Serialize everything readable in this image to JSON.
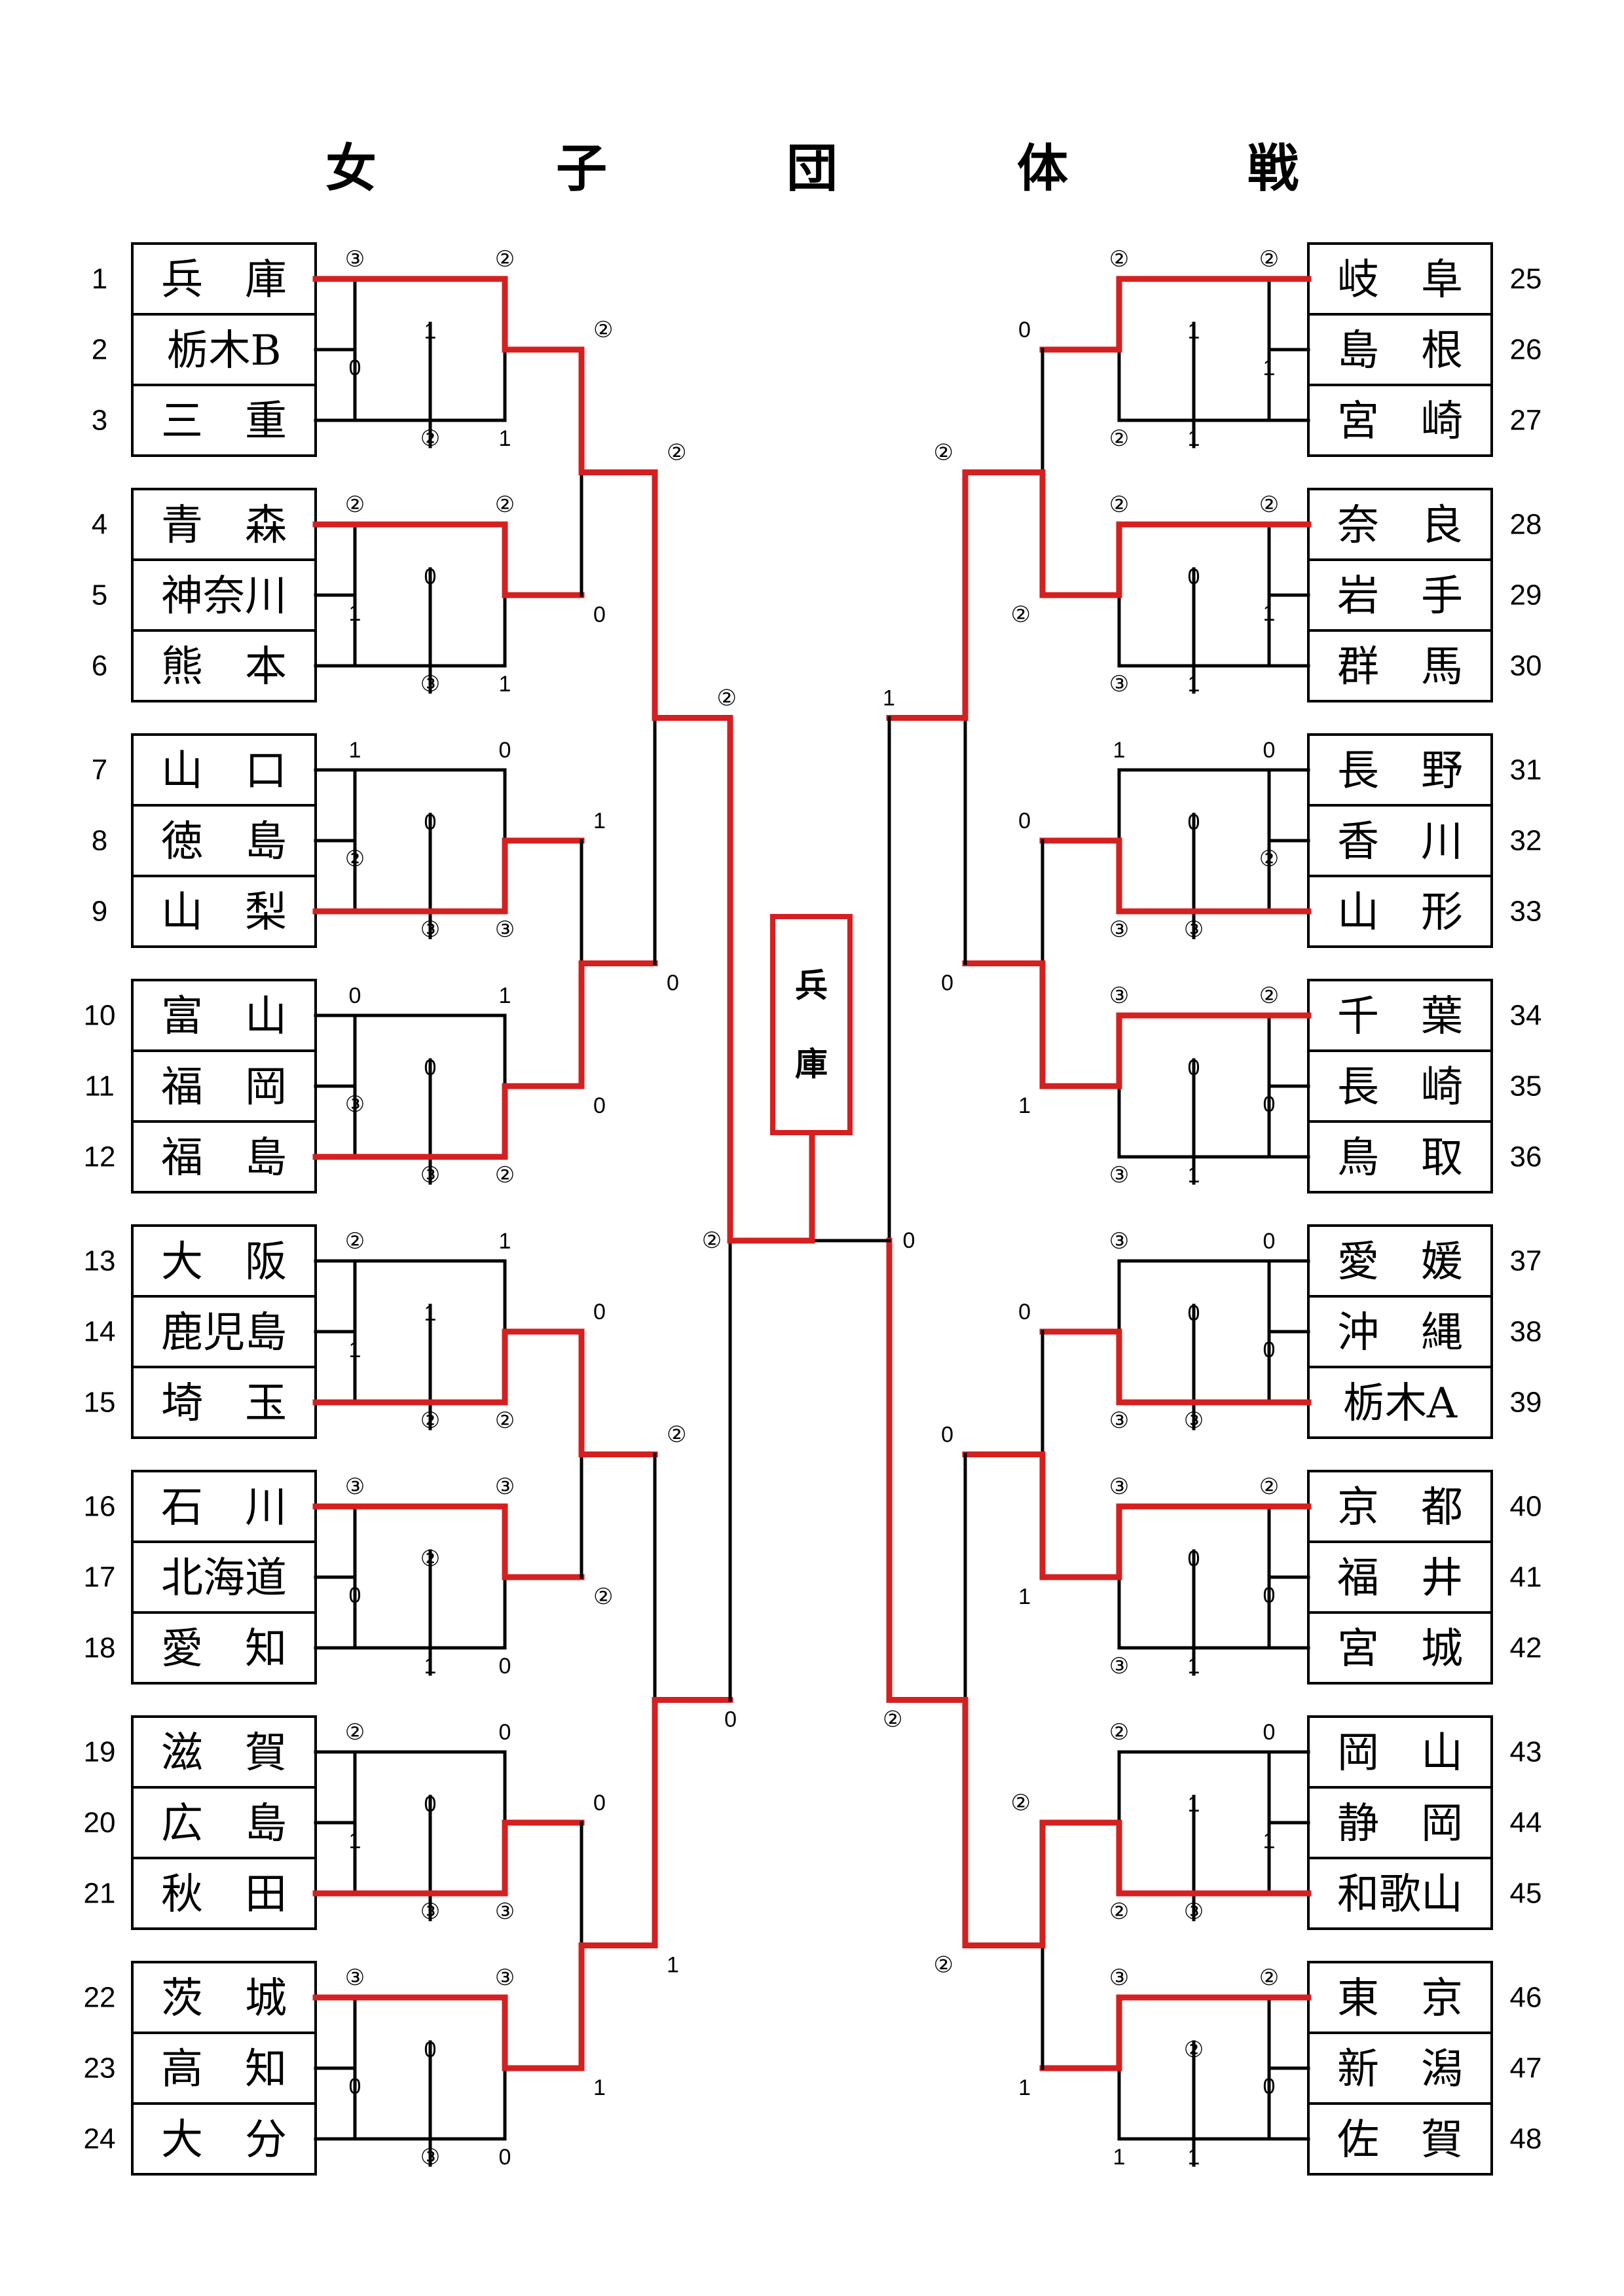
{
  "title": "女　子　団　体　戦",
  "colors": {
    "winner_path": "#d42020",
    "line": "#000000"
  },
  "champion": {
    "char1": "兵",
    "char2": "庫"
  },
  "left_groups": [
    {
      "teams": [
        {
          "seed": "1",
          "name": "兵　庫"
        },
        {
          "seed": "2",
          "name": "栃木B"
        },
        {
          "seed": "3",
          "name": "三　重"
        }
      ],
      "scores": {
        "t1": "③",
        "t2": "②",
        "b2a": "0",
        "b2b": "1",
        "b3a": "②",
        "b3b": "1"
      }
    },
    {
      "teams": [
        {
          "seed": "4",
          "name": "青　森"
        },
        {
          "seed": "5",
          "name": "神奈川"
        },
        {
          "seed": "6",
          "name": "熊　本"
        }
      ],
      "scores": {
        "t1": "②",
        "t2": "②",
        "b2a": "1",
        "b2b": "0",
        "b3a": "③",
        "b3b": "1"
      }
    },
    {
      "teams": [
        {
          "seed": "7",
          "name": "山　口"
        },
        {
          "seed": "8",
          "name": "徳　島"
        },
        {
          "seed": "9",
          "name": "山　梨"
        }
      ],
      "scores": {
        "t1": "1",
        "t2": "0",
        "b2a": "②",
        "b2b": "0",
        "b3a": "③",
        "b3b": "③"
      }
    },
    {
      "teams": [
        {
          "seed": "10",
          "name": "富　山"
        },
        {
          "seed": "11",
          "name": "福　岡"
        },
        {
          "seed": "12",
          "name": "福　島"
        }
      ],
      "scores": {
        "t1": "0",
        "t2": "1",
        "b2a": "③",
        "b2b": "0",
        "b3a": "③",
        "b3b": "②"
      }
    },
    {
      "teams": [
        {
          "seed": "13",
          "name": "大　阪"
        },
        {
          "seed": "14",
          "name": "鹿児島"
        },
        {
          "seed": "15",
          "name": "埼　玉"
        }
      ],
      "scores": {
        "t1": "②",
        "t2": "1",
        "b2a": "1",
        "b2b": "1",
        "b3a": "②",
        "b3b": "②"
      }
    },
    {
      "teams": [
        {
          "seed": "16",
          "name": "石　川"
        },
        {
          "seed": "17",
          "name": "北海道"
        },
        {
          "seed": "18",
          "name": "愛　知"
        }
      ],
      "scores": {
        "t1": "③",
        "t2": "③",
        "b2a": "0",
        "b2b": "②",
        "b3a": "1",
        "b3b": "0"
      }
    },
    {
      "teams": [
        {
          "seed": "19",
          "name": "滋　賀"
        },
        {
          "seed": "20",
          "name": "広　島"
        },
        {
          "seed": "21",
          "name": "秋　田"
        }
      ],
      "scores": {
        "t1": "②",
        "t2": "0",
        "b2a": "1",
        "b2b": "0",
        "b3a": "③",
        "b3b": "③"
      }
    },
    {
      "teams": [
        {
          "seed": "22",
          "name": "茨　城"
        },
        {
          "seed": "23",
          "name": "高　知"
        },
        {
          "seed": "24",
          "name": "大　分"
        }
      ],
      "scores": {
        "t1": "③",
        "t2": "③",
        "b2a": "0",
        "b2b": "0",
        "b3a": "③",
        "b3b": "0"
      }
    }
  ],
  "right_groups": [
    {
      "teams": [
        {
          "seed": "25",
          "name": "岐　阜"
        },
        {
          "seed": "26",
          "name": "島　根"
        },
        {
          "seed": "27",
          "name": "宮　崎"
        }
      ],
      "scores": {
        "t1": "②",
        "t2": "②",
        "b2a": "1",
        "b2b": "1",
        "b3a": "1",
        "b3b": "②"
      }
    },
    {
      "teams": [
        {
          "seed": "28",
          "name": "奈　良"
        },
        {
          "seed": "29",
          "name": "岩　手"
        },
        {
          "seed": "30",
          "name": "群　馬"
        }
      ],
      "scores": {
        "t1": "②",
        "t2": "②",
        "b2a": "1",
        "b2b": "0",
        "b3a": "1",
        "b3b": "③"
      }
    },
    {
      "teams": [
        {
          "seed": "31",
          "name": "長　野"
        },
        {
          "seed": "32",
          "name": "香　川"
        },
        {
          "seed": "33",
          "name": "山　形"
        }
      ],
      "scores": {
        "t1": "0",
        "t2": "1",
        "b2a": "②",
        "b2b": "0",
        "b3a": "③",
        "b3b": "③"
      }
    },
    {
      "teams": [
        {
          "seed": "34",
          "name": "千　葉"
        },
        {
          "seed": "35",
          "name": "長　崎"
        },
        {
          "seed": "36",
          "name": "鳥　取"
        }
      ],
      "scores": {
        "t1": "②",
        "t2": "③",
        "b2a": "0",
        "b2b": "0",
        "b3a": "1",
        "b3b": "③"
      }
    },
    {
      "teams": [
        {
          "seed": "37",
          "name": "愛　媛"
        },
        {
          "seed": "38",
          "name": "沖　縄"
        },
        {
          "seed": "39",
          "name": "栃木A"
        }
      ],
      "scores": {
        "t1": "0",
        "t2": "③",
        "b2a": "0",
        "b2b": "0",
        "b3a": "③",
        "b3b": "③"
      }
    },
    {
      "teams": [
        {
          "seed": "40",
          "name": "京　都"
        },
        {
          "seed": "41",
          "name": "福　井"
        },
        {
          "seed": "42",
          "name": "宮　城"
        }
      ],
      "scores": {
        "t1": "②",
        "t2": "③",
        "b2a": "0",
        "b2b": "0",
        "b3a": "1",
        "b3b": "③"
      }
    },
    {
      "teams": [
        {
          "seed": "43",
          "name": "岡　山"
        },
        {
          "seed": "44",
          "name": "静　岡"
        },
        {
          "seed": "45",
          "name": "和歌山"
        }
      ],
      "scores": {
        "t1": "0",
        "t2": "②",
        "b2a": "1",
        "b2b": "1",
        "b3a": "③",
        "b3b": "②"
      }
    },
    {
      "teams": [
        {
          "seed": "46",
          "name": "東　京"
        },
        {
          "seed": "47",
          "name": "新　潟"
        },
        {
          "seed": "48",
          "name": "佐　賀"
        }
      ],
      "scores": {
        "t1": "②",
        "t2": "③",
        "b2a": "0",
        "b2b": "②",
        "b3a": "1",
        "b3b": "1"
      }
    }
  ],
  "left_r2": [
    {
      "top": "②",
      "bot": "0"
    },
    {
      "top": "1",
      "bot": "0"
    },
    {
      "top": "0",
      "bot": "②"
    },
    {
      "top": "0",
      "bot": "1"
    }
  ],
  "left_r3": [
    {
      "top": "②",
      "bot": "0"
    },
    {
      "top": "②",
      "bot": "1"
    }
  ],
  "left_sf": {
    "top": "②",
    "bot": "0"
  },
  "right_r2": [
    {
      "top": "0",
      "bot": "②"
    },
    {
      "top": "0",
      "bot": "1"
    },
    {
      "top": "0",
      "bot": "1"
    },
    {
      "top": "②",
      "bot": "1"
    }
  ],
  "right_r3": [
    {
      "top": "②",
      "bot": "0"
    },
    {
      "top": "0",
      "bot": "②"
    }
  ],
  "right_sf": {
    "top": "1",
    "bot": "②"
  },
  "final": {
    "left": "②",
    "right": "0"
  }
}
